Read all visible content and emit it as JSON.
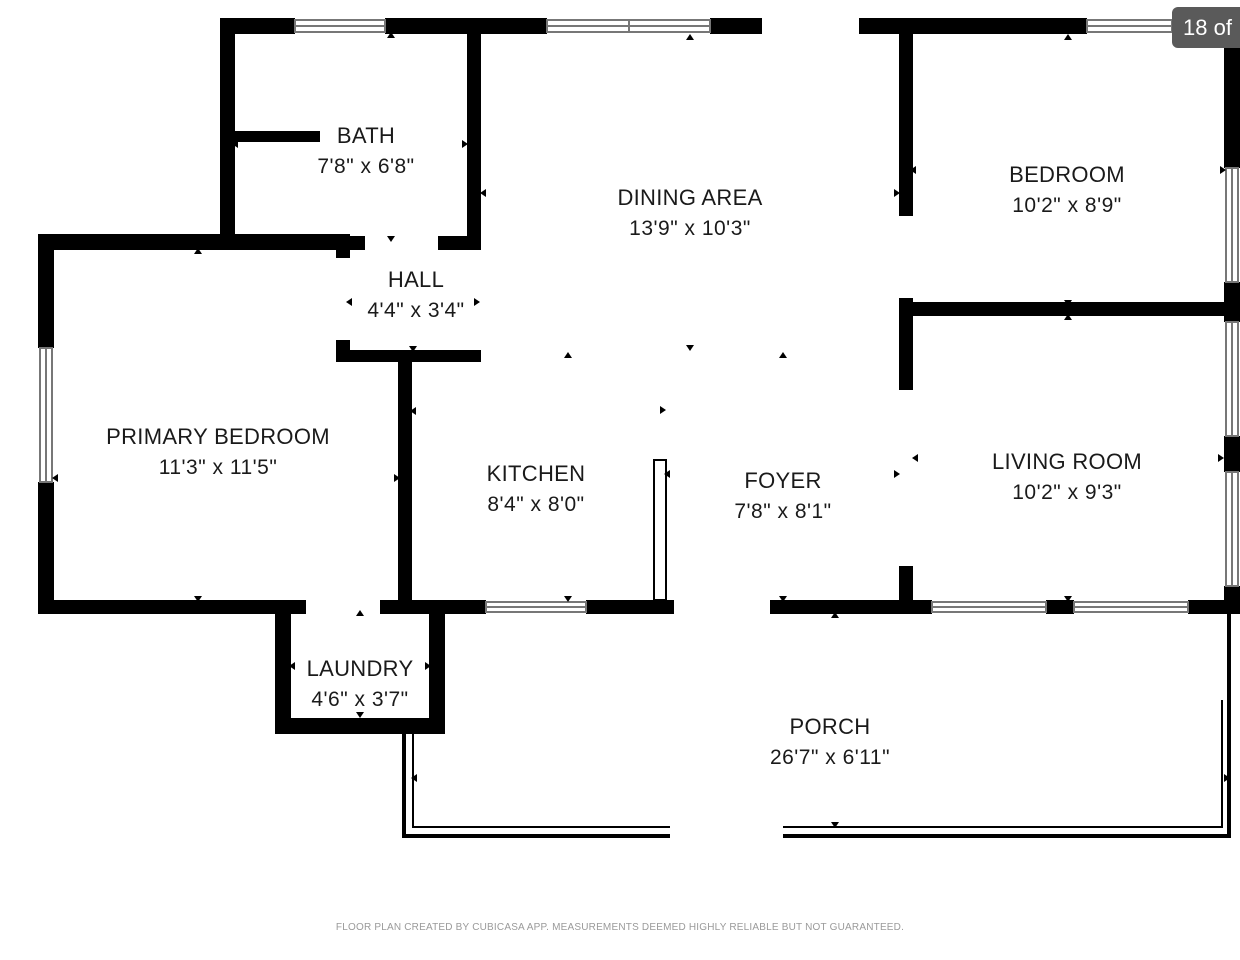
{
  "page_counter": "18 of",
  "disclaimer": "FLOOR PLAN CREATED BY CUBICASA APP. MEASUREMENTS DEEMED HIGHLY RELIABLE BUT NOT GUARANTEED.",
  "rooms": {
    "bath": {
      "name": "BATH",
      "dims": "7'8\" x 6'8\""
    },
    "dining_area": {
      "name": "DINING AREA",
      "dims": "13'9\" x 10'3\""
    },
    "bedroom": {
      "name": "BEDROOM",
      "dims": "10'2\" x 8'9\""
    },
    "hall": {
      "name": "HALL",
      "dims": "4'4\" x 3'4\""
    },
    "primary_bedroom": {
      "name": "PRIMARY BEDROOM",
      "dims": "11'3\" x 11'5\""
    },
    "kitchen": {
      "name": "KITCHEN",
      "dims": "8'4\" x 8'0\""
    },
    "foyer": {
      "name": "FOYER",
      "dims": "7'8\" x 8'1\""
    },
    "living_room": {
      "name": "LIVING ROOM",
      "dims": "10'2\" x 9'3\""
    },
    "laundry": {
      "name": "LAUNDRY",
      "dims": "4'6\" x 3'7\""
    },
    "porch": {
      "name": "PORCH",
      "dims": "26'7\" x 6'11\""
    }
  },
  "colors": {
    "wall": "#000000",
    "background": "#ffffff",
    "window": "#777777"
  }
}
